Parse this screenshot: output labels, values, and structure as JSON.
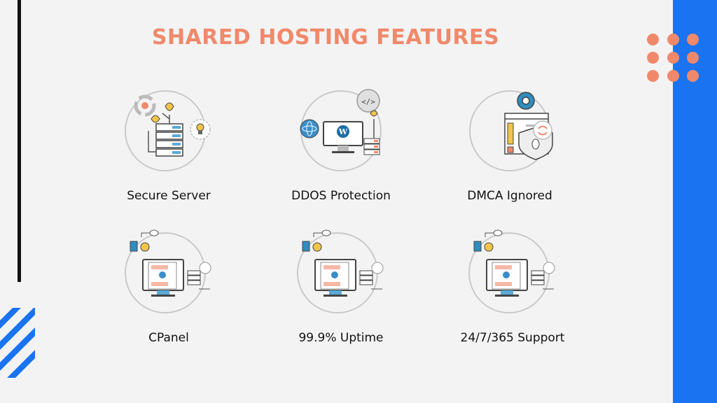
{
  "title": "SHARED HOSTING FEATURES",
  "colors": {
    "accent": "#f0896b",
    "blue": "#1a73f0",
    "dark": "#111111"
  },
  "features": [
    {
      "label": "Secure Server",
      "icon": "server-plant-icon"
    },
    {
      "label": "DDOS Protection",
      "icon": "monitor-wordpress-icon"
    },
    {
      "label": "DMCA Ignored",
      "icon": "shield-bug-icon"
    },
    {
      "label": "CPanel",
      "icon": "desktop-network-icon"
    },
    {
      "label": "99.9% Uptime",
      "icon": "desktop-network-icon"
    },
    {
      "label": "24/7/365 Support",
      "icon": "desktop-network-icon"
    }
  ]
}
